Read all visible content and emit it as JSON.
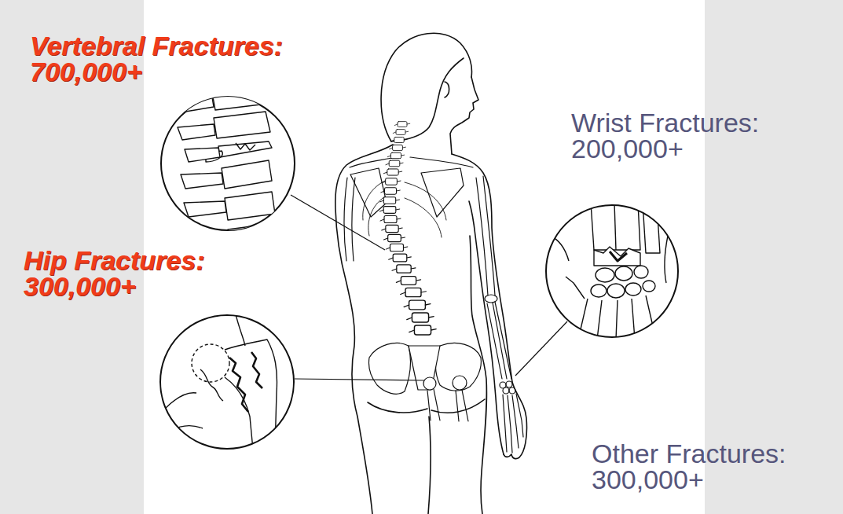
{
  "diagram": {
    "labels": [
      "Vertebral Fractures: 700,000+",
      "Hip Fractures: 300,000+",
      "Wrist Fractures: 200,000+",
      "Other Fractures: 300,000+"
    ]
  }
}
